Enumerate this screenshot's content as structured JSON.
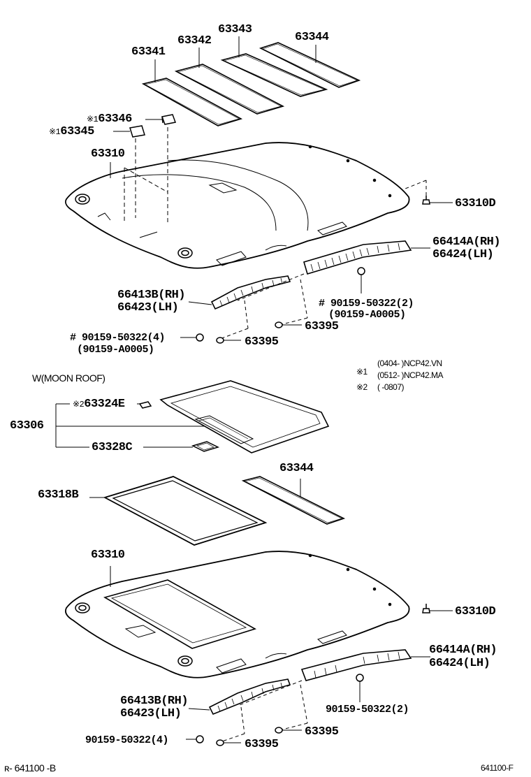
{
  "top_section": {
    "labels": {
      "p63341": "63341",
      "p63342": "63342",
      "p63343": "63343",
      "p63344": "63344",
      "p63346_mark": "※1",
      "p63346": "63346",
      "p63345_mark": "※1",
      "p63345": "63345",
      "p63310": "63310",
      "p63310D": "63310D",
      "p66414A": "66414A(RH)",
      "p66424": "66424(LH)",
      "p66413B": "66413B(RH)",
      "p66423": "66423(LH)",
      "bolt_a": "# 90159-50322(2)",
      "bolt_a2": "(90159-A0005)",
      "clip_a": "63395",
      "bolt_b": "# 90159-50322(4)",
      "bolt_b2": "(90159-A0005)",
      "clip_b": "63395"
    }
  },
  "notes": {
    "n1_mark": "※1",
    "n1_line1": "(0404-     )NCP42.VN",
    "n1_line2": "(0512-     )NCP42.MA",
    "n2_mark": "※2",
    "n2_line1": "(          -0807)"
  },
  "moon_roof_section": {
    "title": "W(MOON ROOF)",
    "labels": {
      "p63324E_mark": "※2",
      "p63324E": "63324E",
      "p63306": "63306",
      "p63328C": "63328C",
      "p63344": "63344",
      "p63318B": "63318B",
      "p63310": "63310",
      "p63310D": "63310D",
      "p66414A": "66414A(RH)",
      "p66424": "66424(LH)",
      "p66413B": "66413B(RH)",
      "p66423": "66423(LH)",
      "bolt_a": "90159-50322(2)",
      "clip_a": "63395",
      "bolt_b": "90159-50322(4)",
      "clip_b": "63395"
    }
  },
  "footer": {
    "left_code": "ʀ- 641100 -B",
    "right_code": "641100-F"
  }
}
